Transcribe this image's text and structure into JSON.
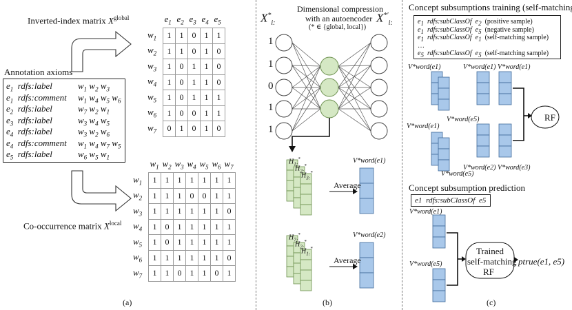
{
  "panel_a": {
    "inverted_title": "Inverted-index matrix",
    "inverted_symbol": "X",
    "inverted_sup": "global",
    "cooc_title": "Co-occurrence matrix",
    "cooc_symbol": "X",
    "cooc_sup": "local",
    "annot_title": "Annotation axioms",
    "axioms": [
      {
        "s": "e1",
        "p": "rdfs:label",
        "o": "w1 w2 w3"
      },
      {
        "s": "e1",
        "p": "rdfs:comment",
        "o": "w1 w4 w5 w6"
      },
      {
        "s": "e2",
        "p": "rdfs:label",
        "o": "w7 w2 w1"
      },
      {
        "s": "e3",
        "p": "rdfs:label",
        "o": "w3 w4 w5"
      },
      {
        "s": "e4",
        "p": "rdfs:label",
        "o": "w3 w2 w6"
      },
      {
        "s": "e4",
        "p": "rdfs:comment",
        "o": "w1 w4 w7 w5"
      },
      {
        "s": "e5",
        "p": "rdfs:label",
        "o": "w6 w5 w1"
      }
    ],
    "global_cols": [
      "e1",
      "e2",
      "e3",
      "e4",
      "e5"
    ],
    "global_rows": [
      "w1",
      "w2",
      "w3",
      "w4",
      "w5",
      "w6",
      "w7"
    ],
    "global_values": [
      [
        "1",
        "1",
        "0",
        "1",
        "1"
      ],
      [
        "1",
        "1",
        "0",
        "1",
        "0"
      ],
      [
        "1",
        "0",
        "1",
        "1",
        "0"
      ],
      [
        "1",
        "0",
        "1",
        "1",
        "0"
      ],
      [
        "1",
        "0",
        "1",
        "1",
        "1"
      ],
      [
        "1",
        "0",
        "0",
        "1",
        "1"
      ],
      [
        "0",
        "1",
        "0",
        "1",
        "0"
      ]
    ],
    "local_cols": [
      "w1",
      "w2",
      "w3",
      "w4",
      "w5",
      "w6",
      "w7"
    ],
    "local_rows": [
      "w1",
      "w2",
      "w3",
      "w4",
      "w5",
      "w6",
      "w7"
    ],
    "local_values": [
      [
        "1",
        "1",
        "1",
        "1",
        "1",
        "1",
        "1"
      ],
      [
        "1",
        "1",
        "1",
        "0",
        "0",
        "1",
        "1"
      ],
      [
        "1",
        "1",
        "1",
        "1",
        "1",
        "1",
        "0"
      ],
      [
        "1",
        "0",
        "1",
        "1",
        "1",
        "1",
        "1"
      ],
      [
        "1",
        "0",
        "1",
        "1",
        "1",
        "1",
        "1"
      ],
      [
        "1",
        "1",
        "1",
        "1",
        "1",
        "1",
        "0"
      ],
      [
        "1",
        "1",
        "0",
        "1",
        "1",
        "0",
        "1"
      ]
    ],
    "caption": "(a)"
  },
  "panel_b": {
    "title1": "Dimensional compression",
    "title2": "with an autoencoder",
    "title3": "(* ∈ {global, local})",
    "x_in": "X",
    "x_in_sub": "i:",
    "x_out": "X",
    "x_out_sub": "i:",
    "hidden_label": "H",
    "hidden_sub": "i:",
    "inputs": [
      "1",
      "1",
      "0",
      "1",
      "1"
    ],
    "stack1_labels": [
      "H1:*",
      "H2:*",
      "H3:*"
    ],
    "stack2_labels": [
      "H7:*",
      "H2:*",
      "H1:*"
    ],
    "average1": "Average",
    "average2": "Average",
    "vword1": "V*word(e1)",
    "vword2": "V*word(e2)",
    "caption": "(b)"
  },
  "panel_c": {
    "train_title": "Concept subsumptions training (self-matching)",
    "train_lines": [
      {
        "s": "e1",
        "p": "rdfs:subClassOf",
        "o": "e2",
        "note": "(positive sample)"
      },
      {
        "s": "e1",
        "p": "rdfs:subClassOf",
        "o": "e5",
        "note": "(negative sample)"
      },
      {
        "s": "e1",
        "p": "rdfs:subClassOf",
        "o": "e1",
        "note": "(self-matching sample)"
      },
      {
        "s": "…",
        "p": "",
        "o": "",
        "note": ""
      },
      {
        "s": "e5",
        "p": "rdfs:subClassOf",
        "o": "e5",
        "note": "(self-matching sample)"
      }
    ],
    "v_e1_a": "V*word(e1)",
    "v_e1_b": "V*word(e1)",
    "v_e1_c": "V*word(e1)",
    "v_e1_d": "V*word(e1)",
    "v_e5_a": "V*word(e5)",
    "v_e5_b": "V*word(e5)",
    "v_e2": "V*word(e2)",
    "v_e3": "V*word(e3)",
    "rf": "RF",
    "pred_title": "Concept subsumption prediction",
    "pred_axiom": {
      "s": "e1",
      "p": "rdfs:subClassOf",
      "o": "e5"
    },
    "pv_e1": "V*word(e1)",
    "pv_e5": "V*word(e5)",
    "trained1": "Trained",
    "trained2": "self-matching",
    "trained3": "RF",
    "ptrue": "ptrue(e1, e5)",
    "caption": "(c)"
  },
  "colors": {
    "green": "#d5e8c4",
    "green_stroke": "#6b8f4e",
    "blue": "#a9c8ea",
    "blue_stroke": "#3f6a99"
  }
}
